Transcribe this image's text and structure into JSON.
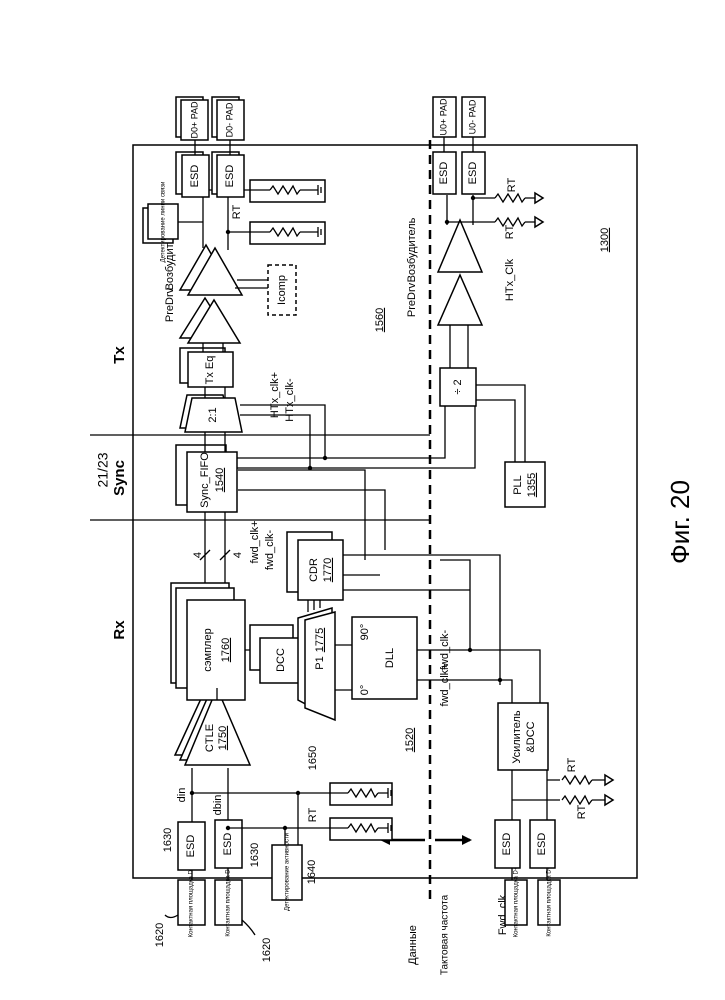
{
  "page_number": "21/23",
  "figure_label": "Фиг. 20",
  "sections": {
    "rx": "Rx",
    "sync": "Sync",
    "tx": "Tx"
  },
  "domain_labels": {
    "data": "Данные",
    "clock": "Тактовая частота",
    "fwd_clk": "Fwd_clk"
  },
  "ref_numbers": {
    "chip": "1300",
    "rx_block": "1520",
    "tx_block": "1560",
    "pad": "1620",
    "esd": "1630",
    "activity": "1640",
    "term": "1650"
  },
  "rx": {
    "pad_plus": "Контактная площадка D+",
    "pad_minus": "Контактная площадка D-",
    "esd": "ESD",
    "din": "din",
    "dbin": "dbin",
    "activity_detect": "Детектирование активности",
    "rt": "RT",
    "ctle": "CTLE",
    "ctle_ref": "1750",
    "sampler": "сэмплер",
    "sampler_ref": "1760",
    "dcc": "DCC",
    "pi": "P1",
    "pi_ref": "1775",
    "dll": "DLL",
    "deg0": "0°",
    "deg90": "90°",
    "cdr": "CDR",
    "cdr_ref": "1770",
    "bus_width_1": "4",
    "bus_width_2": "4",
    "fwd_clk_plus": "fwd_clk+",
    "fwd_clk_minus": "fwd_clk-"
  },
  "clk_rx": {
    "pad_plus": "Контактная площадка D+",
    "pad_minus": "Контактная площадка D-",
    "esd": "ESD",
    "amp": "Усилитель",
    "amp2": "&DCC",
    "rt": "RT"
  },
  "sync": {
    "fifo": "Sync_FIFO",
    "fifo_ref": "1540",
    "htx_clk_plus": "HTx_clk+",
    "htx_clk_minus": "HTx_clk-"
  },
  "tx": {
    "mux": "2:1",
    "tx_eq": "Tx Eq",
    "predrv": "PreDrv",
    "driver": "Возбудитель",
    "icomp": "Icomp",
    "link_detect": "Детектирование линии связи",
    "rt": "RT",
    "esd": "ESD",
    "pad_plus": "D0+ PAD",
    "pad_minus": "D0- PAD"
  },
  "clk_tx": {
    "div2": "÷ 2",
    "pll": "PLL",
    "pll_ref": "1355",
    "htx_clk": "HTx_Clk",
    "predrv": "PreDrv",
    "driver": "Возбудитель",
    "esd": "ESD",
    "rt": "RT",
    "pad_plus": "U0+ PAD",
    "pad_minus": "U0- PAD"
  }
}
